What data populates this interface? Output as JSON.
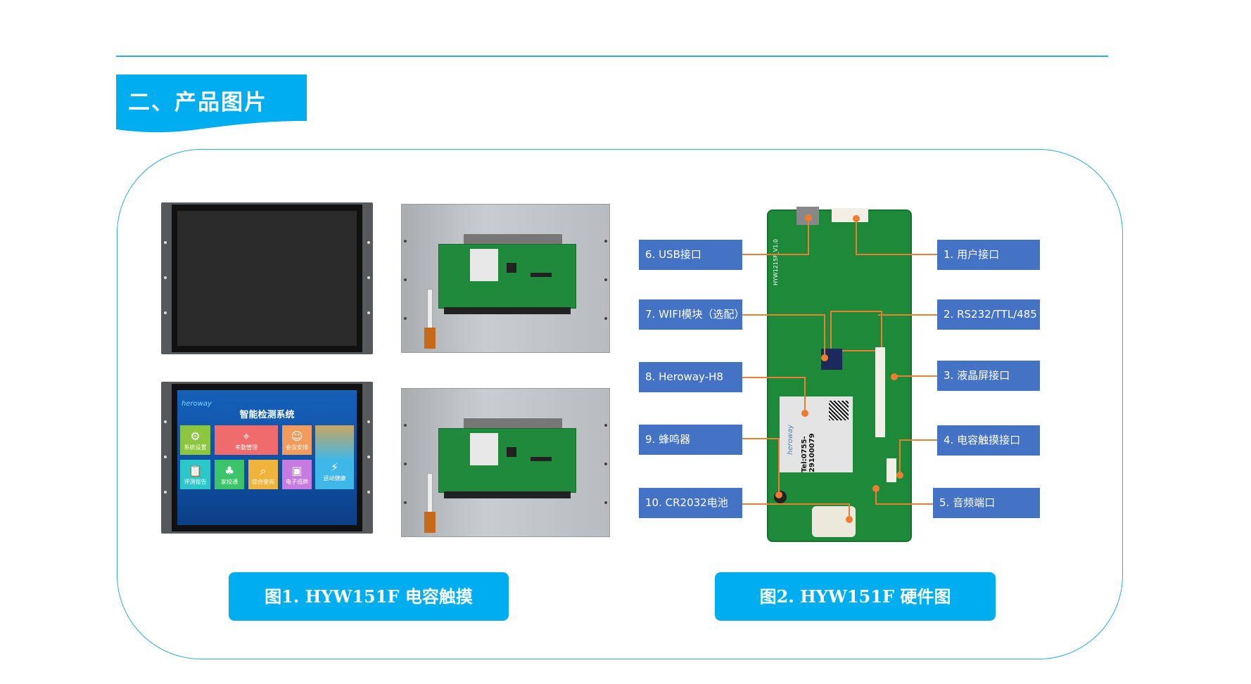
{
  "section": {
    "title": "二、产品图片"
  },
  "figure1": {
    "caption": "图1. HYW151F 电容触摸",
    "screen_ui": {
      "logo": "heroway",
      "title": "智能检测系统",
      "tiles": [
        {
          "label": "系统设置",
          "icon": "gear-icon",
          "color": "#8cc63f"
        },
        {
          "label": "考勤管理",
          "icon": "location-pin-icon",
          "color": "#f06b6b"
        },
        {
          "label": "会议安排",
          "icon": "people-icon",
          "color": "#f29b5c"
        },
        {
          "label": "运动健康",
          "icon": "runner-icon",
          "color": "#3fb7e8"
        },
        {
          "label": "评测报告",
          "icon": "clipboard-icon",
          "color": "#2cc7c9"
        },
        {
          "label": "家校通",
          "icon": "plant-icon",
          "color": "#3cc46a"
        },
        {
          "label": "综合查询",
          "icon": "magnifier-icon",
          "color": "#f0b43c"
        },
        {
          "label": "电子班牌",
          "icon": "badge-icon",
          "color": "#c77ae0"
        }
      ]
    }
  },
  "figure2": {
    "caption": "图2. HYW151F 硬件图",
    "board_text": {
      "model": "HYW1215F_V1.0",
      "tel": "Tel:0755-29100079",
      "brand": "heroway"
    },
    "labels_left": [
      "6. USB接口",
      "7. WIFI模块（选配）",
      "8. Heroway-H8",
      "9.  蜂鸣器",
      "10. CR2032电池"
    ],
    "labels_right": [
      "1. 用户接口",
      "2. RS232/TTL/485",
      "3. 液晶屏接口",
      "4. 电容触摸接口",
      "5. 音频端口"
    ]
  },
  "colors": {
    "accent": "#00aeef",
    "label": "#4472c4",
    "leader": "#ed7d31"
  }
}
